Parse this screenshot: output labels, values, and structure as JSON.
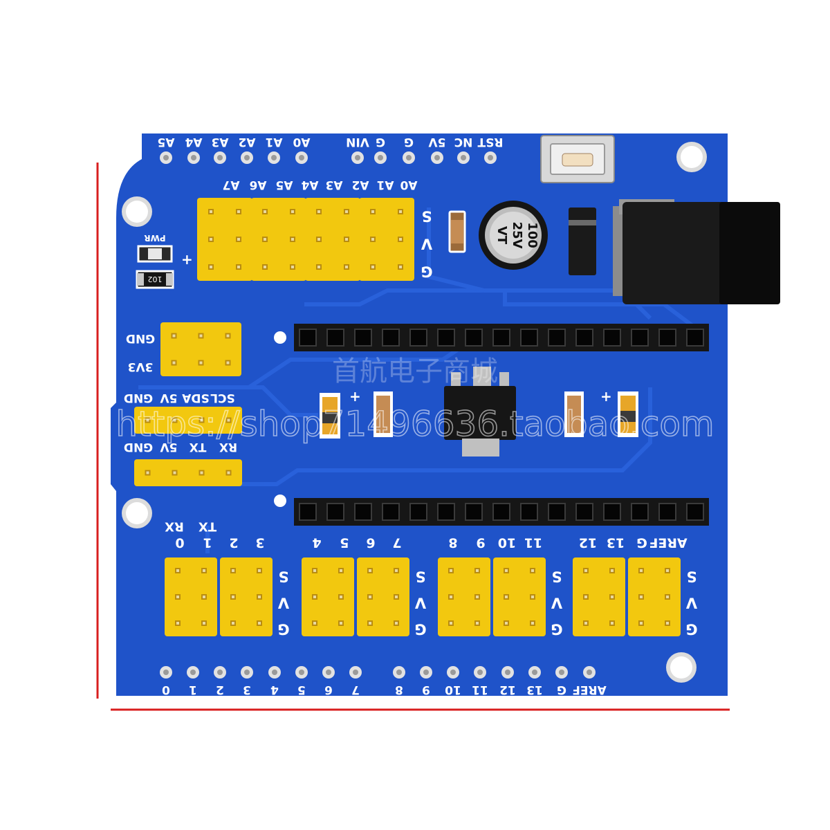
{
  "colors": {
    "pcb": "#1f53c9",
    "pcb_dark": "#163fa6",
    "trace": "#2c62dc",
    "header_yellow": "#f2c80f",
    "header_black": "#161616",
    "silkscreen": "#ffffff",
    "pad": "#dcdcdc",
    "guide_line": "#d81e1e"
  },
  "top_header_labels": [
    "A5",
    "A4",
    "A3",
    "A2",
    "A1",
    "A0",
    "VIN",
    "G",
    "G",
    "5V",
    "NC",
    "RST"
  ],
  "analog_row_labels": [
    "A7",
    "A6",
    "A5",
    "A4",
    "A3",
    "A2",
    "A1",
    "A0"
  ],
  "svg_row_labels": [
    "S",
    "V",
    "G"
  ],
  "pwr_label": "PWR",
  "plus_sign": "+",
  "resistor_code": "102",
  "capacitor_text": [
    "100",
    "25V",
    "VT"
  ],
  "power_block_labels": [
    "GND",
    "3V3"
  ],
  "i2c_labels": [
    "GND",
    "5V",
    "SDA",
    "SCL"
  ],
  "uart_labels": [
    "GND",
    "5V",
    "TX",
    "RX"
  ],
  "tx_rx_labels": [
    "TX",
    "RX"
  ],
  "digital_group_labels": [
    [
      "0",
      "1",
      "2",
      "3"
    ],
    [
      "4",
      "5",
      "6",
      "7"
    ],
    [
      "8",
      "9",
      "10",
      "11"
    ],
    [
      "12",
      "13",
      "G",
      "AREF"
    ]
  ],
  "bottom_header_labels": [
    "0",
    "1",
    "2",
    "3",
    "4",
    "5",
    "6",
    "7",
    "8",
    "9",
    "10",
    "11",
    "12",
    "13",
    "G",
    "AREF"
  ],
  "watermark_cn": "首航电子商城",
  "watermark_url": "https://shop71496636.taobao.com"
}
